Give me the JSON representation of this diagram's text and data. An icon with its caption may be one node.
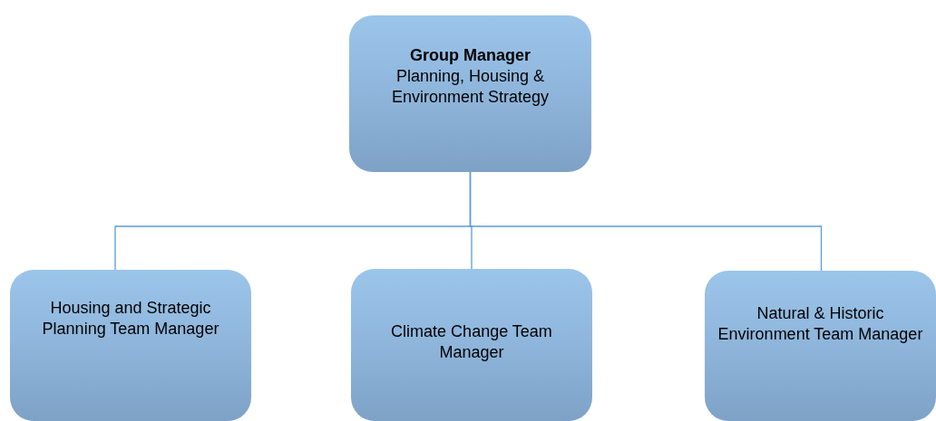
{
  "diagram": {
    "nodes": [
      {
        "text": [
          "Group Manager",
          "Planning, Housing & Environment Strategy"
        ]
      },
      {
        "text": [
          "Housing and Strategic Planning Team Manager"
        ]
      },
      {
        "text": [
          "Climate Change Team Manager"
        ]
      },
      {
        "text": [
          "Natural & Historic Environment Team Manager"
        ]
      }
    ],
    "edges": [
      {
        "from": 0,
        "to": 1,
        "arrow": "none"
      },
      {
        "from": 0,
        "to": 2,
        "arrow": "none"
      },
      {
        "from": 0,
        "to": 3,
        "arrow": "none"
      }
    ]
  }
}
